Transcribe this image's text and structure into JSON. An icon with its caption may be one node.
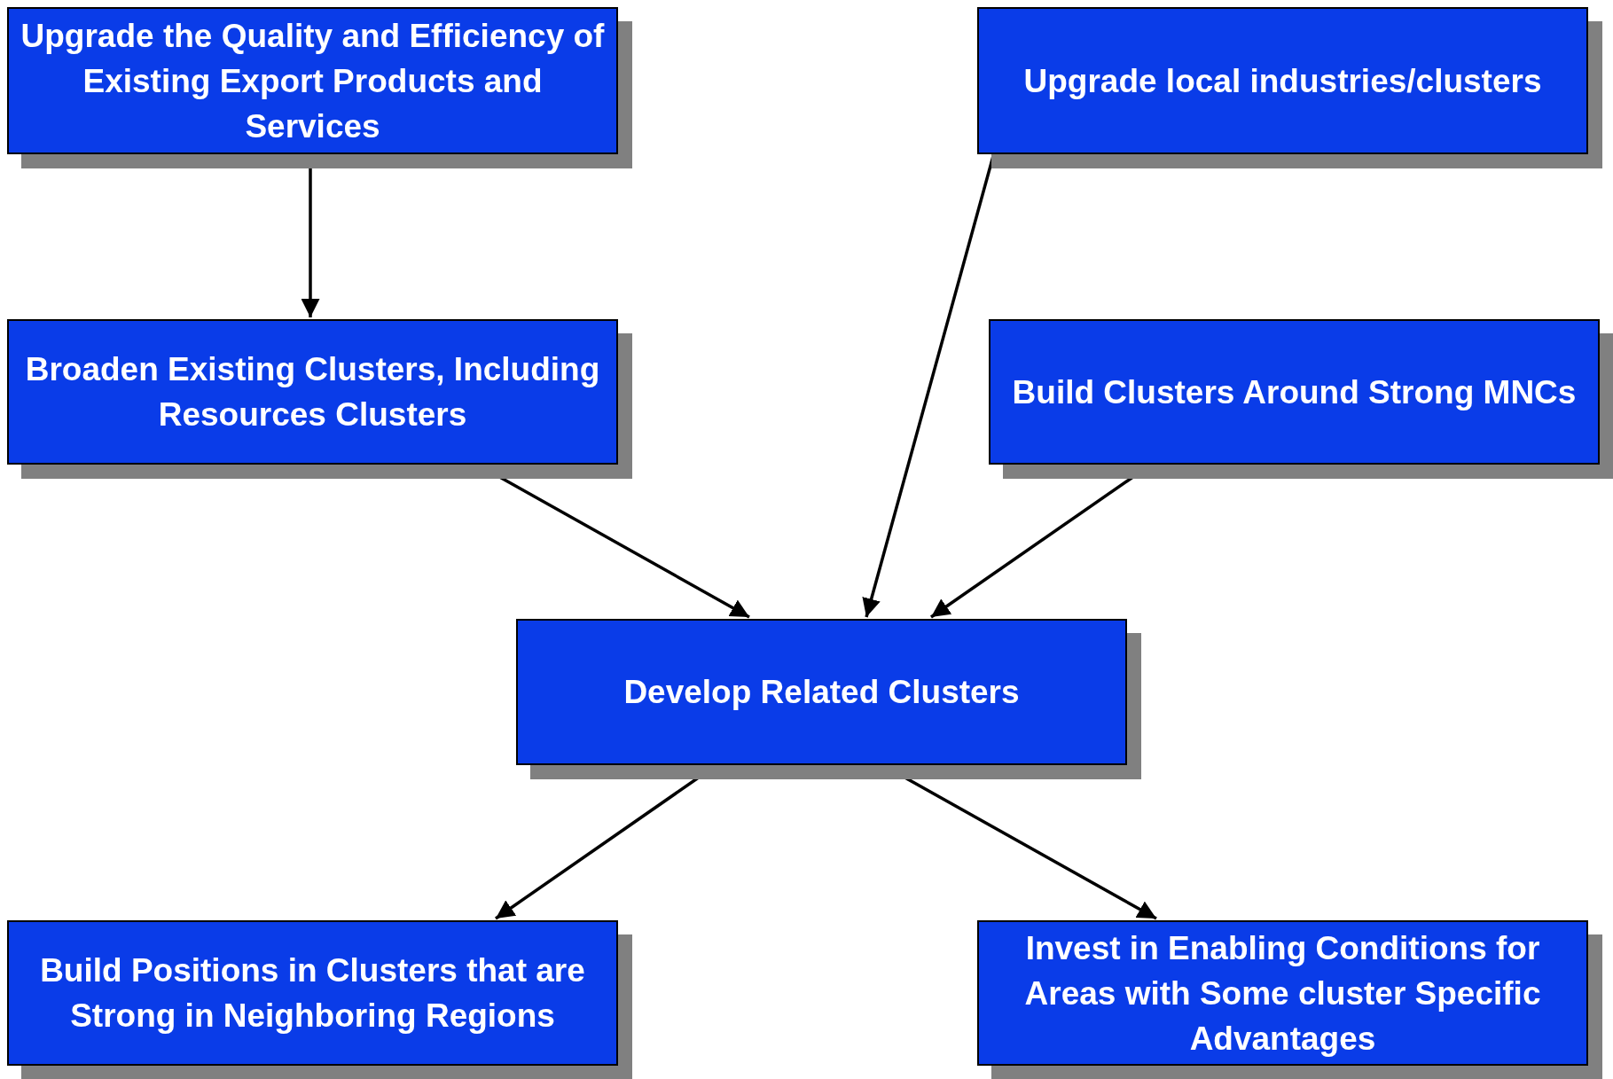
{
  "diagram": {
    "nodes": [
      {
        "text": [
          "Upgrade the Quality and Efficiency of Existing Export Products and Services"
        ]
      },
      {
        "text": [
          "Upgrade local industries/clusters"
        ]
      },
      {
        "text": [
          "Broaden Existing Clusters, Including Resources Clusters"
        ]
      },
      {
        "text": [
          "Build Clusters Around Strong MNCs"
        ]
      },
      {
        "text": [
          "Develop Related Clusters"
        ]
      },
      {
        "text": [
          "Build Positions in Clusters that are Strong in Neighboring Regions"
        ]
      },
      {
        "text": [
          "Invest in Enabling Conditions for Areas with Some cluster Specific Advantages"
        ]
      }
    ],
    "edges": [
      {
        "from": 0,
        "to": 2,
        "arrow": "to"
      },
      {
        "from": 1,
        "to": 4,
        "arrow": "to"
      },
      {
        "from": 2,
        "to": 4,
        "arrow": "to"
      },
      {
        "from": 3,
        "to": 4,
        "arrow": "to"
      },
      {
        "from": 4,
        "to": 5,
        "arrow": "to"
      },
      {
        "from": 4,
        "to": 6,
        "arrow": "to"
      }
    ]
  }
}
